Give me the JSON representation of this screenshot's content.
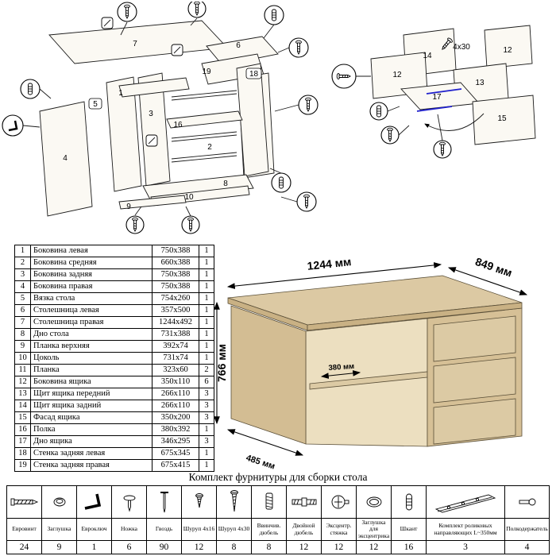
{
  "diagram_left": {
    "labels": {
      "p7": "7",
      "p6": "6",
      "p19": "19",
      "p18": "18",
      "p5": "5",
      "p1": "1",
      "p3": "3",
      "p16": "16",
      "p2": "2",
      "p8": "8",
      "p10": "10",
      "p9": "9",
      "p4": "4"
    }
  },
  "diagram_right": {
    "labels": {
      "p14": "14",
      "p12a": "12",
      "p12b": "12",
      "p13": "13",
      "p17": "17",
      "p15": "15",
      "screw_size": "4x30"
    }
  },
  "desk": {
    "dims": {
      "width": "1244 мм",
      "depth": "849 мм",
      "height": "766 мм",
      "shelf_depth": "380 мм",
      "side_depth": "485 мм"
    },
    "colors": {
      "top": "#dcc9a3",
      "side": "#d3bd93",
      "cabinet": "#d6c096",
      "drawer": "#dccaa4",
      "inner": "#ecdfc0"
    }
  },
  "parts": {
    "rows": [
      {
        "n": "1",
        "name": "Боковина левая",
        "size": "750x388",
        "qty": "1"
      },
      {
        "n": "2",
        "name": "Боковина средняя",
        "size": "660x388",
        "qty": "1"
      },
      {
        "n": "3",
        "name": "Боковина задняя",
        "size": "750x388",
        "qty": "1"
      },
      {
        "n": "4",
        "name": "Боковина правая",
        "size": "750x388",
        "qty": "1"
      },
      {
        "n": "5",
        "name": "Вязка стола",
        "size": "754x260",
        "qty": "1"
      },
      {
        "n": "6",
        "name": "Столешница левая",
        "size": "357x500",
        "qty": "1"
      },
      {
        "n": "7",
        "name": "Столешница правая",
        "size": "1244x492",
        "qty": "1"
      },
      {
        "n": "8",
        "name": "Дно стола",
        "size": "731x388",
        "qty": "1"
      },
      {
        "n": "9",
        "name": "Планка верхняя",
        "size": "392x74",
        "qty": "1"
      },
      {
        "n": "10",
        "name": "Цоколь",
        "size": "731x74",
        "qty": "1"
      },
      {
        "n": "11",
        "name": "Планка",
        "size": "323x60",
        "qty": "2"
      },
      {
        "n": "12",
        "name": "Боковина ящика",
        "size": "350x110",
        "qty": "6"
      },
      {
        "n": "13",
        "name": "Щит ящика передний",
        "size": "266x110",
        "qty": "3"
      },
      {
        "n": "14",
        "name": "Щит ящика задний",
        "size": "266x110",
        "qty": "3"
      },
      {
        "n": "15",
        "name": "Фасад ящика",
        "size": "350x200",
        "qty": "3"
      },
      {
        "n": "16",
        "name": "Полка",
        "size": "380x392",
        "qty": "1"
      },
      {
        "n": "17",
        "name": "Дно ящика",
        "size": "346x295",
        "qty": "3"
      },
      {
        "n": "18",
        "name": "Стенка задняя левая",
        "size": "675x345",
        "qty": "1"
      },
      {
        "n": "19",
        "name": "Стенка задняя правая",
        "size": "675x415",
        "qty": "1"
      }
    ]
  },
  "hardware": {
    "title": "Комплект фурнитуры для сборки стола",
    "items": [
      {
        "name": "Евровинт",
        "qty": "24"
      },
      {
        "name": "Заглушка",
        "qty": "9"
      },
      {
        "name": "Евроключ",
        "qty": "1"
      },
      {
        "name": "Ножка",
        "qty": "6"
      },
      {
        "name": "Гвоздь",
        "qty": "90"
      },
      {
        "name": "Шуруп 4x16",
        "qty": "12"
      },
      {
        "name": "Шуруп 4x30",
        "qty": "8"
      },
      {
        "name": "Ввинчив. дюбель",
        "qty": "8"
      },
      {
        "name": "Двойной дюбель",
        "qty": "12"
      },
      {
        "name": "Эксцентр. стяжка",
        "qty": "12"
      },
      {
        "name": "Заглушка для эксцентрика",
        "qty": "12"
      },
      {
        "name": "Шкант",
        "qty": "16"
      },
      {
        "name": "Комплект роликовых направляющих L~350мм",
        "qty": "3"
      },
      {
        "name": "Полкодержатель",
        "qty": "4"
      }
    ]
  }
}
